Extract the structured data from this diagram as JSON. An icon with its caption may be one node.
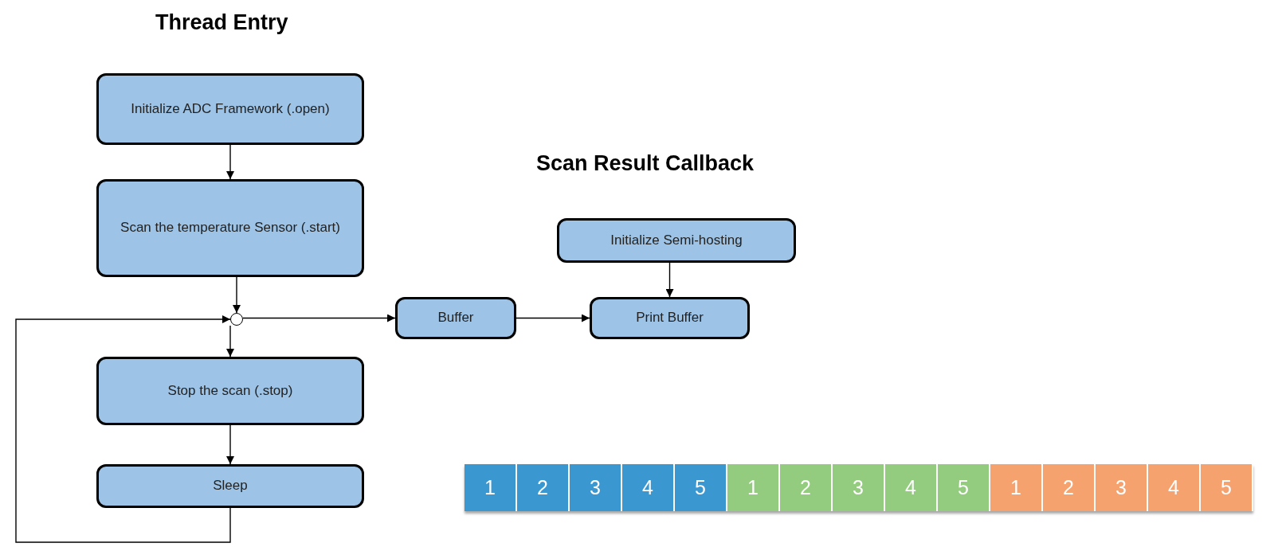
{
  "diagram": {
    "nodes": [
      {
        "text": [
          "Initialize ADC Framework (.open)"
        ]
      },
      {
        "text": [
          "Scan the temperature Sensor (.start)"
        ]
      },
      {
        "text": [],
        "shape": "circle"
      },
      {
        "text": [
          "Stop the scan (.stop)"
        ]
      },
      {
        "text": [
          "Sleep"
        ]
      },
      {
        "text": [
          "Buffer"
        ]
      },
      {
        "text": [
          "Initialize Semi-hosting"
        ]
      },
      {
        "text": [
          "Print Buffer"
        ]
      }
    ],
    "edges": [
      {
        "from": 0,
        "to": 1,
        "arrow": "to"
      },
      {
        "from": 1,
        "to": 2,
        "arrow": "to"
      },
      {
        "from": 2,
        "to": 3,
        "arrow": "to"
      },
      {
        "from": 3,
        "to": 4,
        "arrow": "to"
      },
      {
        "from": 4,
        "to": 2,
        "arrow": "to"
      },
      {
        "from": 2,
        "to": 5,
        "arrow": "to"
      },
      {
        "from": 5,
        "to": 7,
        "arrow": "to"
      },
      {
        "from": 6,
        "to": 7,
        "arrow": "to"
      }
    ],
    "labels": [
      "Thread Entry",
      "Scan Result Callback",
      "1",
      "2",
      "3",
      "4",
      "5",
      "1",
      "2",
      "3",
      "4",
      "5",
      "1",
      "2",
      "3",
      "4",
      "5"
    ]
  }
}
